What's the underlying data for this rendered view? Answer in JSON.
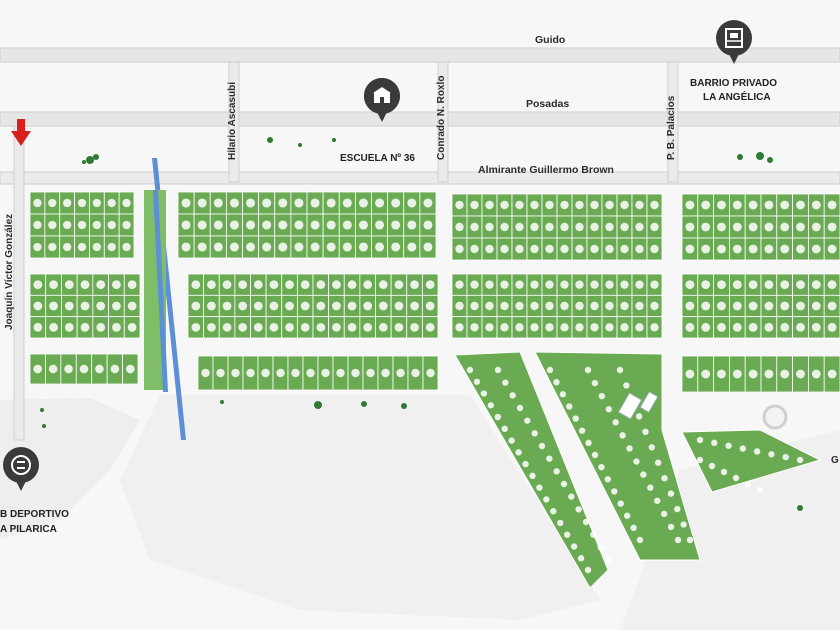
{
  "streets": {
    "guido": "Guido",
    "posadas": "Posadas",
    "almirante_brown": "Almirante Guillermo Brown",
    "hilario": "Hilario Ascasubi",
    "conrado": "Conrado N. Roxlo",
    "palacios": "P. B. Palacios",
    "joaquin": "Joaquín Víctor González",
    "edge_right": "G"
  },
  "pois": {
    "school": {
      "line1": "ESCUELA Nº 36",
      "icon": "school-icon"
    },
    "barrio": {
      "line1": "BARRIO PRIVADO",
      "line2": "LA ANGÉLICA",
      "icon": "gated-community-icon"
    },
    "club": {
      "line1": "B DEPORTIVO",
      "line2": "A PILARICA",
      "icon": "sports-club-icon"
    }
  },
  "colors": {
    "lot_fill": "#6aaa52",
    "lot_edge": "#ffffff",
    "road": "#d9d9d9",
    "canal": "#5b8fd6",
    "marker": "#3a3a3a",
    "arrow": "#d81f1f"
  }
}
